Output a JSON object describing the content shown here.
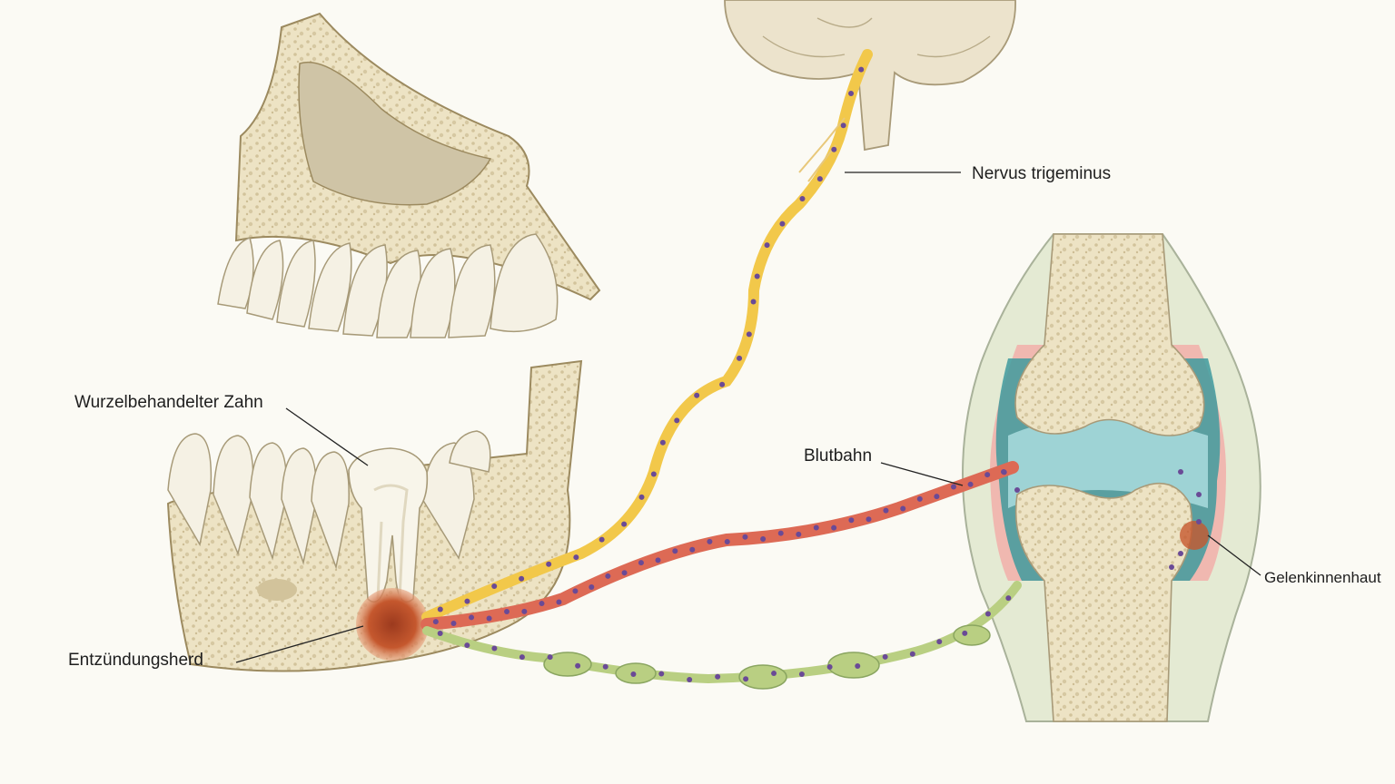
{
  "labels": {
    "nerve": "Nervus trigeminus",
    "tooth": "Wurzelbehandelter Zahn",
    "blood": "Blutbahn",
    "focus": "Entzündungsherd",
    "synovium": "Gelenkinnenhaut"
  },
  "colors": {
    "background": "#fbfaf4",
    "bone": "#ede3c4",
    "nerve": "#f2c84a",
    "blood": "#dd6a55",
    "lymph": "#b9cf82",
    "particles": "#6a4a96",
    "cartilage": "#3f9a9e",
    "synovium": "#f0b8b0",
    "inflammation": "#c5582e"
  }
}
